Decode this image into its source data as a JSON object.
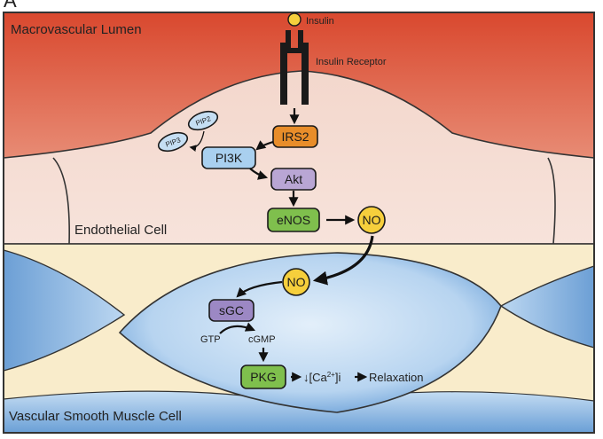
{
  "panel_letter": "A",
  "regions": {
    "lumen": "Macrovascular Lumen",
    "endothelial": "Endothelial Cell",
    "smooth_muscle": "Vascular Smooth Muscle Cell"
  },
  "labels": {
    "insulin": "Insulin",
    "receptor": "Insulin Receptor",
    "gtp": "GTP",
    "cgmp": "cGMP",
    "relaxation": "Relaxation"
  },
  "nodes": {
    "irs2": "IRS2",
    "pi3k": "PI3K",
    "akt": "Akt",
    "enos": "eNOS",
    "no_endo": "NO",
    "no_vsmc": "NO",
    "sgc": "sGC",
    "pkg": "PKG",
    "pip2": "PIP2",
    "pip3": "PIP3"
  },
  "calcium": {
    "prefix": "↓[Ca",
    "superscript": "2+",
    "suffix": "]i"
  },
  "colors": {
    "irs2": "#e88d2a",
    "pi3k": "#a9d0ef",
    "akt": "#b9a6d4",
    "enos": "#7fbf4d",
    "no": "#f6cf3c",
    "sgc": "#9c88c4",
    "pkg": "#7fbf4d",
    "pip": "#c5def3"
  }
}
